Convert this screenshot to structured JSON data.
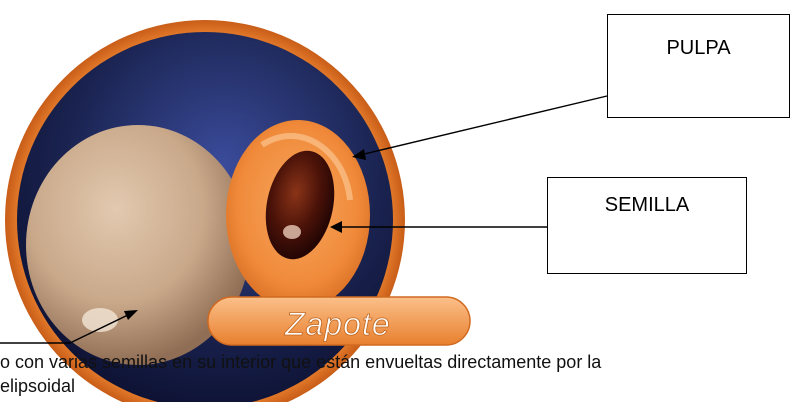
{
  "labels": {
    "pulpa": "PULPA",
    "semilla": "SEMILLA"
  },
  "fruit_banner": "Zapote",
  "caption": {
    "line1": "o con varias semillas en su interior que están envueltas directamente por la",
    "line2": "elipsoidal"
  },
  "colors": {
    "ring_orange": "#e8802e",
    "ring_dark": "#1a2350",
    "banner_fill": "#f39a4e",
    "fruit_skin": "#c9a88a",
    "pulp": "#f08a3a",
    "seed": "#4a1208"
  }
}
